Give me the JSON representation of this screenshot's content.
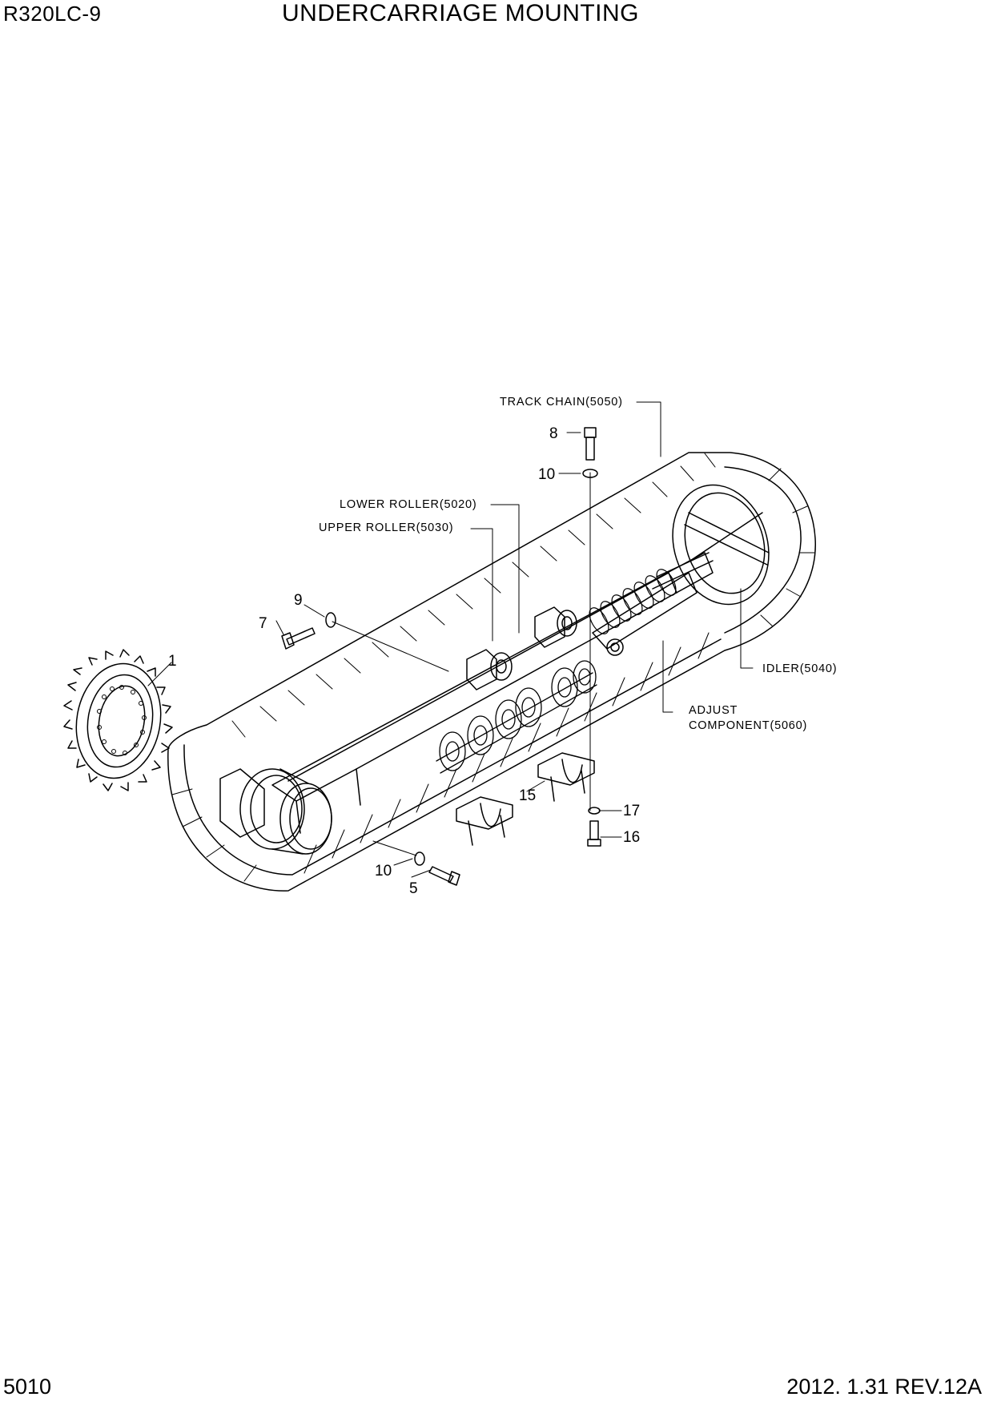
{
  "header": {
    "model": "R320LC-9",
    "title": "UNDERCARRIAGE MOUNTING"
  },
  "footer": {
    "page_number": "5010",
    "date_revision": "2012. 1.31  REV.12A"
  },
  "references": {
    "track_chain": "TRACK CHAIN(5050)",
    "lower_roller": "LOWER ROLLER(5020)",
    "upper_roller": "UPPER ROLLER(5030)",
    "idler": "IDLER(5040)",
    "adjust_line1": "ADJUST",
    "adjust_line2": "COMPONENT(5060)"
  },
  "callouts": {
    "p1": "1",
    "p5": "5",
    "p7": "7",
    "p8": "8",
    "p9": "9",
    "p10_top": "10",
    "p10_bottom": "10",
    "p15": "15",
    "p16": "16",
    "p17": "17"
  }
}
